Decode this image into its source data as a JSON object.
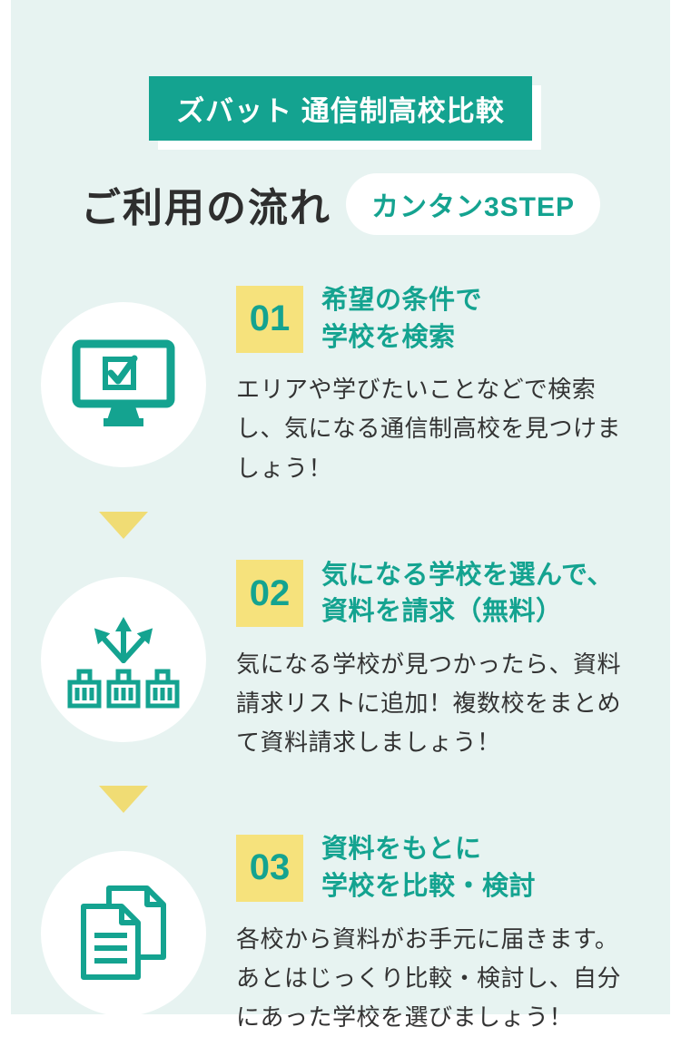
{
  "theme": {
    "teal": "#14a390",
    "yellow": "#f6e27c",
    "mint_bg": "#e7f3f1",
    "text": "#333333"
  },
  "header": {
    "brand_badge": "ズバット 通信制高校比較",
    "title": "ご利用の流れ",
    "subtitle_pill": "カンタン3STEP"
  },
  "steps": [
    {
      "number": "01",
      "title_line1": "希望の条件で",
      "title_line2": "学校を検索",
      "description": "エリアや学びたいことなどで検索し、気になる通信制高校を見つけましょう！",
      "icon": "monitor-search-icon"
    },
    {
      "number": "02",
      "title_line1": "気になる学校を選んで、",
      "title_line2": "資料を請求（無料）",
      "description": "気になる学校が見つかったら、資料請求リストに追加！複数校をまとめて資料請求しましょう！",
      "icon": "schools-select-icon"
    },
    {
      "number": "03",
      "title_line1": "資料をもとに",
      "title_line2": "学校を比較・検討",
      "description": "各校から資料がお手元に届きます。あとはじっくり比較・検討し、自分にあった学校を選びましょう！",
      "icon": "documents-icon"
    }
  ]
}
